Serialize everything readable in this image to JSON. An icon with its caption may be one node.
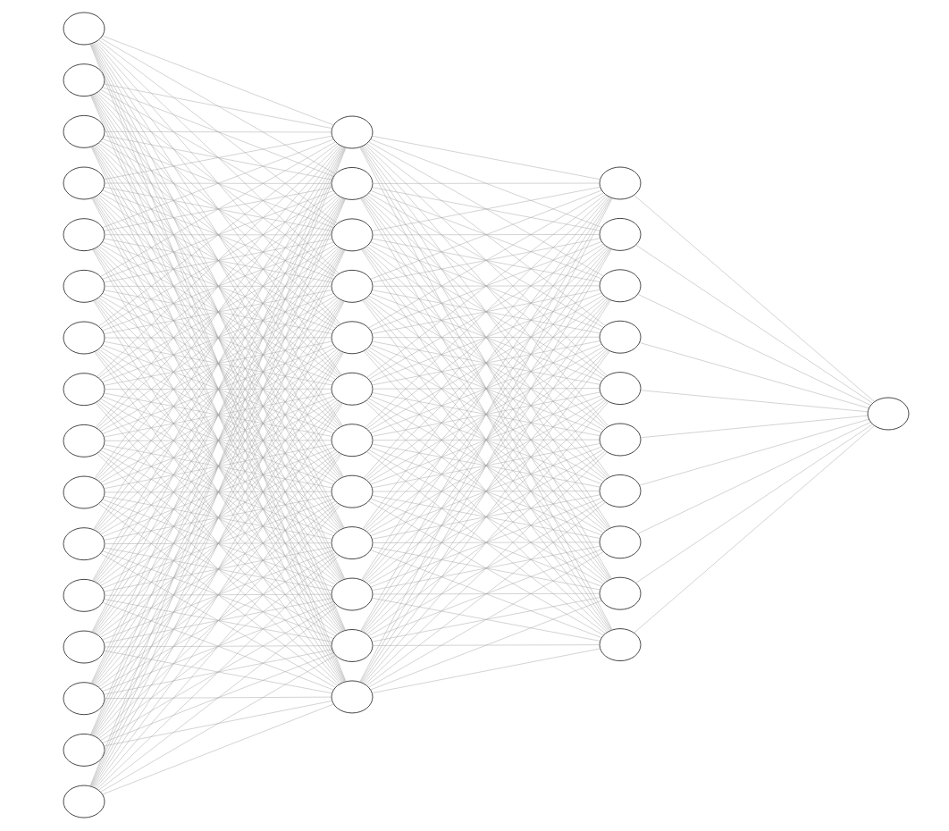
{
  "diagram": {
    "nodes": [
      {
        "text": [],
        "shape": "circle"
      },
      {
        "text": [],
        "shape": "circle"
      },
      {
        "text": [],
        "shape": "circle"
      },
      {
        "text": [],
        "shape": "circle"
      },
      {
        "text": [],
        "shape": "circle"
      },
      {
        "text": [],
        "shape": "circle"
      },
      {
        "text": [],
        "shape": "circle"
      },
      {
        "text": [],
        "shape": "circle"
      },
      {
        "text": [],
        "shape": "circle"
      },
      {
        "text": [],
        "shape": "circle"
      },
      {
        "text": [],
        "shape": "circle"
      },
      {
        "text": [],
        "shape": "circle"
      },
      {
        "text": [],
        "shape": "circle"
      },
      {
        "text": [],
        "shape": "circle"
      },
      {
        "text": [],
        "shape": "circle"
      },
      {
        "text": [],
        "shape": "circle"
      },
      {
        "text": [],
        "shape": "circle"
      },
      {
        "text": [],
        "shape": "circle"
      },
      {
        "text": [],
        "shape": "circle"
      },
      {
        "text": [],
        "shape": "circle"
      },
      {
        "text": [],
        "shape": "circle"
      },
      {
        "text": [],
        "shape": "circle"
      },
      {
        "text": [],
        "shape": "circle"
      },
      {
        "text": [],
        "shape": "circle"
      },
      {
        "text": [],
        "shape": "circle"
      },
      {
        "text": [],
        "shape": "circle"
      },
      {
        "text": [],
        "shape": "circle"
      },
      {
        "text": [],
        "shape": "circle"
      },
      {
        "text": [],
        "shape": "circle"
      },
      {
        "text": [],
        "shape": "circle"
      },
      {
        "text": [],
        "shape": "circle"
      },
      {
        "text": [],
        "shape": "circle"
      },
      {
        "text": [],
        "shape": "circle"
      },
      {
        "text": [],
        "shape": "circle"
      },
      {
        "text": [],
        "shape": "circle"
      },
      {
        "text": [],
        "shape": "circle"
      },
      {
        "text": [],
        "shape": "circle"
      },
      {
        "text": [],
        "shape": "circle"
      },
      {
        "text": [],
        "shape": "circle"
      }
    ],
    "edges": [
      {
        "from": 0,
        "to": 16,
        "arrow": "none"
      },
      {
        "from": 0,
        "to": 17,
        "arrow": "none"
      },
      {
        "from": 0,
        "to": 18,
        "arrow": "none"
      },
      {
        "from": 0,
        "to": 19,
        "arrow": "none"
      },
      {
        "from": 0,
        "to": 20,
        "arrow": "none"
      },
      {
        "from": 0,
        "to": 21,
        "arrow": "none"
      },
      {
        "from": 0,
        "to": 22,
        "arrow": "none"
      },
      {
        "from": 0,
        "to": 23,
        "arrow": "none"
      },
      {
        "from": 0,
        "to": 24,
        "arrow": "none"
      },
      {
        "from": 0,
        "to": 25,
        "arrow": "none"
      },
      {
        "from": 0,
        "to": 26,
        "arrow": "none"
      },
      {
        "from": 0,
        "to": 27,
        "arrow": "none"
      },
      {
        "from": 1,
        "to": 16,
        "arrow": "none"
      },
      {
        "from": 1,
        "to": 17,
        "arrow": "none"
      },
      {
        "from": 1,
        "to": 18,
        "arrow": "none"
      },
      {
        "from": 1,
        "to": 19,
        "arrow": "none"
      },
      {
        "from": 1,
        "to": 20,
        "arrow": "none"
      },
      {
        "from": 1,
        "to": 21,
        "arrow": "none"
      },
      {
        "from": 1,
        "to": 22,
        "arrow": "none"
      },
      {
        "from": 1,
        "to": 23,
        "arrow": "none"
      },
      {
        "from": 1,
        "to": 24,
        "arrow": "none"
      },
      {
        "from": 1,
        "to": 25,
        "arrow": "none"
      },
      {
        "from": 1,
        "to": 26,
        "arrow": "none"
      },
      {
        "from": 1,
        "to": 27,
        "arrow": "none"
      },
      {
        "from": 2,
        "to": 16,
        "arrow": "none"
      },
      {
        "from": 2,
        "to": 17,
        "arrow": "none"
      },
      {
        "from": 2,
        "to": 18,
        "arrow": "none"
      },
      {
        "from": 2,
        "to": 19,
        "arrow": "none"
      },
      {
        "from": 2,
        "to": 20,
        "arrow": "none"
      },
      {
        "from": 2,
        "to": 21,
        "arrow": "none"
      },
      {
        "from": 2,
        "to": 22,
        "arrow": "none"
      },
      {
        "from": 2,
        "to": 23,
        "arrow": "none"
      },
      {
        "from": 2,
        "to": 24,
        "arrow": "none"
      },
      {
        "from": 2,
        "to": 25,
        "arrow": "none"
      },
      {
        "from": 2,
        "to": 26,
        "arrow": "none"
      },
      {
        "from": 2,
        "to": 27,
        "arrow": "none"
      },
      {
        "from": 3,
        "to": 16,
        "arrow": "none"
      },
      {
        "from": 3,
        "to": 17,
        "arrow": "none"
      },
      {
        "from": 3,
        "to": 18,
        "arrow": "none"
      },
      {
        "from": 3,
        "to": 19,
        "arrow": "none"
      },
      {
        "from": 3,
        "to": 20,
        "arrow": "none"
      },
      {
        "from": 3,
        "to": 21,
        "arrow": "none"
      },
      {
        "from": 3,
        "to": 22,
        "arrow": "none"
      },
      {
        "from": 3,
        "to": 23,
        "arrow": "none"
      },
      {
        "from": 3,
        "to": 24,
        "arrow": "none"
      },
      {
        "from": 3,
        "to": 25,
        "arrow": "none"
      },
      {
        "from": 3,
        "to": 26,
        "arrow": "none"
      },
      {
        "from": 3,
        "to": 27,
        "arrow": "none"
      },
      {
        "from": 4,
        "to": 16,
        "arrow": "none"
      },
      {
        "from": 4,
        "to": 17,
        "arrow": "none"
      },
      {
        "from": 4,
        "to": 18,
        "arrow": "none"
      },
      {
        "from": 4,
        "to": 19,
        "arrow": "none"
      },
      {
        "from": 4,
        "to": 20,
        "arrow": "none"
      },
      {
        "from": 4,
        "to": 21,
        "arrow": "none"
      },
      {
        "from": 4,
        "to": 22,
        "arrow": "none"
      },
      {
        "from": 4,
        "to": 23,
        "arrow": "none"
      },
      {
        "from": 4,
        "to": 24,
        "arrow": "none"
      },
      {
        "from": 4,
        "to": 25,
        "arrow": "none"
      },
      {
        "from": 4,
        "to": 26,
        "arrow": "none"
      },
      {
        "from": 4,
        "to": 27,
        "arrow": "none"
      },
      {
        "from": 5,
        "to": 16,
        "arrow": "none"
      },
      {
        "from": 5,
        "to": 17,
        "arrow": "none"
      },
      {
        "from": 5,
        "to": 18,
        "arrow": "none"
      },
      {
        "from": 5,
        "to": 19,
        "arrow": "none"
      },
      {
        "from": 5,
        "to": 20,
        "arrow": "none"
      },
      {
        "from": 5,
        "to": 21,
        "arrow": "none"
      },
      {
        "from": 5,
        "to": 22,
        "arrow": "none"
      },
      {
        "from": 5,
        "to": 23,
        "arrow": "none"
      },
      {
        "from": 5,
        "to": 24,
        "arrow": "none"
      },
      {
        "from": 5,
        "to": 25,
        "arrow": "none"
      },
      {
        "from": 5,
        "to": 26,
        "arrow": "none"
      },
      {
        "from": 5,
        "to": 27,
        "arrow": "none"
      },
      {
        "from": 6,
        "to": 16,
        "arrow": "none"
      },
      {
        "from": 6,
        "to": 17,
        "arrow": "none"
      },
      {
        "from": 6,
        "to": 18,
        "arrow": "none"
      },
      {
        "from": 6,
        "to": 19,
        "arrow": "none"
      },
      {
        "from": 6,
        "to": 20,
        "arrow": "none"
      },
      {
        "from": 6,
        "to": 21,
        "arrow": "none"
      },
      {
        "from": 6,
        "to": 22,
        "arrow": "none"
      },
      {
        "from": 6,
        "to": 23,
        "arrow": "none"
      },
      {
        "from": 6,
        "to": 24,
        "arrow": "none"
      },
      {
        "from": 6,
        "to": 25,
        "arrow": "none"
      },
      {
        "from": 6,
        "to": 26,
        "arrow": "none"
      },
      {
        "from": 6,
        "to": 27,
        "arrow": "none"
      },
      {
        "from": 7,
        "to": 16,
        "arrow": "none"
      },
      {
        "from": 7,
        "to": 17,
        "arrow": "none"
      },
      {
        "from": 7,
        "to": 18,
        "arrow": "none"
      },
      {
        "from": 7,
        "to": 19,
        "arrow": "none"
      },
      {
        "from": 7,
        "to": 20,
        "arrow": "none"
      },
      {
        "from": 7,
        "to": 21,
        "arrow": "none"
      },
      {
        "from": 7,
        "to": 22,
        "arrow": "none"
      },
      {
        "from": 7,
        "to": 23,
        "arrow": "none"
      },
      {
        "from": 7,
        "to": 24,
        "arrow": "none"
      },
      {
        "from": 7,
        "to": 25,
        "arrow": "none"
      },
      {
        "from": 7,
        "to": 26,
        "arrow": "none"
      },
      {
        "from": 7,
        "to": 27,
        "arrow": "none"
      },
      {
        "from": 8,
        "to": 16,
        "arrow": "none"
      },
      {
        "from": 8,
        "to": 17,
        "arrow": "none"
      },
      {
        "from": 8,
        "to": 18,
        "arrow": "none"
      },
      {
        "from": 8,
        "to": 19,
        "arrow": "none"
      },
      {
        "from": 8,
        "to": 20,
        "arrow": "none"
      },
      {
        "from": 8,
        "to": 21,
        "arrow": "none"
      },
      {
        "from": 8,
        "to": 22,
        "arrow": "none"
      },
      {
        "from": 8,
        "to": 23,
        "arrow": "none"
      },
      {
        "from": 8,
        "to": 24,
        "arrow": "none"
      },
      {
        "from": 8,
        "to": 25,
        "arrow": "none"
      },
      {
        "from": 8,
        "to": 26,
        "arrow": "none"
      },
      {
        "from": 8,
        "to": 27,
        "arrow": "none"
      },
      {
        "from": 9,
        "to": 16,
        "arrow": "none"
      },
      {
        "from": 9,
        "to": 17,
        "arrow": "none"
      },
      {
        "from": 9,
        "to": 18,
        "arrow": "none"
      },
      {
        "from": 9,
        "to": 19,
        "arrow": "none"
      },
      {
        "from": 9,
        "to": 20,
        "arrow": "none"
      },
      {
        "from": 9,
        "to": 21,
        "arrow": "none"
      },
      {
        "from": 9,
        "to": 22,
        "arrow": "none"
      },
      {
        "from": 9,
        "to": 23,
        "arrow": "none"
      },
      {
        "from": 9,
        "to": 24,
        "arrow": "none"
      },
      {
        "from": 9,
        "to": 25,
        "arrow": "none"
      },
      {
        "from": 9,
        "to": 26,
        "arrow": "none"
      },
      {
        "from": 9,
        "to": 27,
        "arrow": "none"
      },
      {
        "from": 10,
        "to": 16,
        "arrow": "none"
      },
      {
        "from": 10,
        "to": 17,
        "arrow": "none"
      },
      {
        "from": 10,
        "to": 18,
        "arrow": "none"
      },
      {
        "from": 10,
        "to": 19,
        "arrow": "none"
      },
      {
        "from": 10,
        "to": 20,
        "arrow": "none"
      },
      {
        "from": 10,
        "to": 21,
        "arrow": "none"
      },
      {
        "from": 10,
        "to": 22,
        "arrow": "none"
      },
      {
        "from": 10,
        "to": 23,
        "arrow": "none"
      },
      {
        "from": 10,
        "to": 24,
        "arrow": "none"
      },
      {
        "from": 10,
        "to": 25,
        "arrow": "none"
      },
      {
        "from": 10,
        "to": 26,
        "arrow": "none"
      },
      {
        "from": 10,
        "to": 27,
        "arrow": "none"
      },
      {
        "from": 11,
        "to": 16,
        "arrow": "none"
      },
      {
        "from": 11,
        "to": 17,
        "arrow": "none"
      },
      {
        "from": 11,
        "to": 18,
        "arrow": "none"
      },
      {
        "from": 11,
        "to": 19,
        "arrow": "none"
      },
      {
        "from": 11,
        "to": 20,
        "arrow": "none"
      },
      {
        "from": 11,
        "to": 21,
        "arrow": "none"
      },
      {
        "from": 11,
        "to": 22,
        "arrow": "none"
      },
      {
        "from": 11,
        "to": 23,
        "arrow": "none"
      },
      {
        "from": 11,
        "to": 24,
        "arrow": "none"
      },
      {
        "from": 11,
        "to": 25,
        "arrow": "none"
      },
      {
        "from": 11,
        "to": 26,
        "arrow": "none"
      },
      {
        "from": 11,
        "to": 27,
        "arrow": "none"
      },
      {
        "from": 12,
        "to": 16,
        "arrow": "none"
      },
      {
        "from": 12,
        "to": 17,
        "arrow": "none"
      },
      {
        "from": 12,
        "to": 18,
        "arrow": "none"
      },
      {
        "from": 12,
        "to": 19,
        "arrow": "none"
      },
      {
        "from": 12,
        "to": 20,
        "arrow": "none"
      },
      {
        "from": 12,
        "to": 21,
        "arrow": "none"
      },
      {
        "from": 12,
        "to": 22,
        "arrow": "none"
      },
      {
        "from": 12,
        "to": 23,
        "arrow": "none"
      },
      {
        "from": 12,
        "to": 24,
        "arrow": "none"
      },
      {
        "from": 12,
        "to": 25,
        "arrow": "none"
      },
      {
        "from": 12,
        "to": 26,
        "arrow": "none"
      },
      {
        "from": 12,
        "to": 27,
        "arrow": "none"
      },
      {
        "from": 13,
        "to": 16,
        "arrow": "none"
      },
      {
        "from": 13,
        "to": 17,
        "arrow": "none"
      },
      {
        "from": 13,
        "to": 18,
        "arrow": "none"
      },
      {
        "from": 13,
        "to": 19,
        "arrow": "none"
      },
      {
        "from": 13,
        "to": 20,
        "arrow": "none"
      },
      {
        "from": 13,
        "to": 21,
        "arrow": "none"
      },
      {
        "from": 13,
        "to": 22,
        "arrow": "none"
      },
      {
        "from": 13,
        "to": 23,
        "arrow": "none"
      },
      {
        "from": 13,
        "to": 24,
        "arrow": "none"
      },
      {
        "from": 13,
        "to": 25,
        "arrow": "none"
      },
      {
        "from": 13,
        "to": 26,
        "arrow": "none"
      },
      {
        "from": 13,
        "to": 27,
        "arrow": "none"
      },
      {
        "from": 14,
        "to": 16,
        "arrow": "none"
      },
      {
        "from": 14,
        "to": 17,
        "arrow": "none"
      },
      {
        "from": 14,
        "to": 18,
        "arrow": "none"
      },
      {
        "from": 14,
        "to": 19,
        "arrow": "none"
      },
      {
        "from": 14,
        "to": 20,
        "arrow": "none"
      },
      {
        "from": 14,
        "to": 21,
        "arrow": "none"
      },
      {
        "from": 14,
        "to": 22,
        "arrow": "none"
      },
      {
        "from": 14,
        "to": 23,
        "arrow": "none"
      },
      {
        "from": 14,
        "to": 24,
        "arrow": "none"
      },
      {
        "from": 14,
        "to": 25,
        "arrow": "none"
      },
      {
        "from": 14,
        "to": 26,
        "arrow": "none"
      },
      {
        "from": 14,
        "to": 27,
        "arrow": "none"
      },
      {
        "from": 15,
        "to": 16,
        "arrow": "none"
      },
      {
        "from": 15,
        "to": 17,
        "arrow": "none"
      },
      {
        "from": 15,
        "to": 18,
        "arrow": "none"
      },
      {
        "from": 15,
        "to": 19,
        "arrow": "none"
      },
      {
        "from": 15,
        "to": 20,
        "arrow": "none"
      },
      {
        "from": 15,
        "to": 21,
        "arrow": "none"
      },
      {
        "from": 15,
        "to": 22,
        "arrow": "none"
      },
      {
        "from": 15,
        "to": 23,
        "arrow": "none"
      },
      {
        "from": 15,
        "to": 24,
        "arrow": "none"
      },
      {
        "from": 15,
        "to": 25,
        "arrow": "none"
      },
      {
        "from": 15,
        "to": 26,
        "arrow": "none"
      },
      {
        "from": 15,
        "to": 27,
        "arrow": "none"
      },
      {
        "from": 16,
        "to": 28,
        "arrow": "none"
      },
      {
        "from": 16,
        "to": 29,
        "arrow": "none"
      },
      {
        "from": 16,
        "to": 30,
        "arrow": "none"
      },
      {
        "from": 16,
        "to": 31,
        "arrow": "none"
      },
      {
        "from": 16,
        "to": 32,
        "arrow": "none"
      },
      {
        "from": 16,
        "to": 33,
        "arrow": "none"
      },
      {
        "from": 16,
        "to": 34,
        "arrow": "none"
      },
      {
        "from": 16,
        "to": 35,
        "arrow": "none"
      },
      {
        "from": 16,
        "to": 36,
        "arrow": "none"
      },
      {
        "from": 16,
        "to": 37,
        "arrow": "none"
      },
      {
        "from": 17,
        "to": 28,
        "arrow": "none"
      },
      {
        "from": 17,
        "to": 29,
        "arrow": "none"
      },
      {
        "from": 17,
        "to": 30,
        "arrow": "none"
      },
      {
        "from": 17,
        "to": 31,
        "arrow": "none"
      },
      {
        "from": 17,
        "to": 32,
        "arrow": "none"
      },
      {
        "from": 17,
        "to": 33,
        "arrow": "none"
      },
      {
        "from": 17,
        "to": 34,
        "arrow": "none"
      },
      {
        "from": 17,
        "to": 35,
        "arrow": "none"
      },
      {
        "from": 17,
        "to": 36,
        "arrow": "none"
      },
      {
        "from": 17,
        "to": 37,
        "arrow": "none"
      },
      {
        "from": 18,
        "to": 28,
        "arrow": "none"
      },
      {
        "from": 18,
        "to": 29,
        "arrow": "none"
      },
      {
        "from": 18,
        "to": 30,
        "arrow": "none"
      },
      {
        "from": 18,
        "to": 31,
        "arrow": "none"
      },
      {
        "from": 18,
        "to": 32,
        "arrow": "none"
      },
      {
        "from": 18,
        "to": 33,
        "arrow": "none"
      },
      {
        "from": 18,
        "to": 34,
        "arrow": "none"
      },
      {
        "from": 18,
        "to": 35,
        "arrow": "none"
      },
      {
        "from": 18,
        "to": 36,
        "arrow": "none"
      },
      {
        "from": 18,
        "to": 37,
        "arrow": "none"
      },
      {
        "from": 19,
        "to": 28,
        "arrow": "none"
      },
      {
        "from": 19,
        "to": 29,
        "arrow": "none"
      },
      {
        "from": 19,
        "to": 30,
        "arrow": "none"
      },
      {
        "from": 19,
        "to": 31,
        "arrow": "none"
      },
      {
        "from": 19,
        "to": 32,
        "arrow": "none"
      },
      {
        "from": 19,
        "to": 33,
        "arrow": "none"
      },
      {
        "from": 19,
        "to": 34,
        "arrow": "none"
      },
      {
        "from": 19,
        "to": 35,
        "arrow": "none"
      },
      {
        "from": 19,
        "to": 36,
        "arrow": "none"
      },
      {
        "from": 19,
        "to": 37,
        "arrow": "none"
      },
      {
        "from": 20,
        "to": 28,
        "arrow": "none"
      },
      {
        "from": 20,
        "to": 29,
        "arrow": "none"
      },
      {
        "from": 20,
        "to": 30,
        "arrow": "none"
      },
      {
        "from": 20,
        "to": 31,
        "arrow": "none"
      },
      {
        "from": 20,
        "to": 32,
        "arrow": "none"
      },
      {
        "from": 20,
        "to": 33,
        "arrow": "none"
      },
      {
        "from": 20,
        "to": 34,
        "arrow": "none"
      },
      {
        "from": 20,
        "to": 35,
        "arrow": "none"
      },
      {
        "from": 20,
        "to": 36,
        "arrow": "none"
      },
      {
        "from": 20,
        "to": 37,
        "arrow": "none"
      },
      {
        "from": 21,
        "to": 28,
        "arrow": "none"
      },
      {
        "from": 21,
        "to": 29,
        "arrow": "none"
      },
      {
        "from": 21,
        "to": 30,
        "arrow": "none"
      },
      {
        "from": 21,
        "to": 31,
        "arrow": "none"
      },
      {
        "from": 21,
        "to": 32,
        "arrow": "none"
      },
      {
        "from": 21,
        "to": 33,
        "arrow": "none"
      },
      {
        "from": 21,
        "to": 34,
        "arrow": "none"
      },
      {
        "from": 21,
        "to": 35,
        "arrow": "none"
      },
      {
        "from": 21,
        "to": 36,
        "arrow": "none"
      },
      {
        "from": 21,
        "to": 37,
        "arrow": "none"
      },
      {
        "from": 22,
        "to": 28,
        "arrow": "none"
      },
      {
        "from": 22,
        "to": 29,
        "arrow": "none"
      },
      {
        "from": 22,
        "to": 30,
        "arrow": "none"
      },
      {
        "from": 22,
        "to": 31,
        "arrow": "none"
      },
      {
        "from": 22,
        "to": 32,
        "arrow": "none"
      },
      {
        "from": 22,
        "to": 33,
        "arrow": "none"
      },
      {
        "from": 22,
        "to": 34,
        "arrow": "none"
      },
      {
        "from": 22,
        "to": 35,
        "arrow": "none"
      },
      {
        "from": 22,
        "to": 36,
        "arrow": "none"
      },
      {
        "from": 22,
        "to": 37,
        "arrow": "none"
      },
      {
        "from": 23,
        "to": 28,
        "arrow": "none"
      },
      {
        "from": 23,
        "to": 29,
        "arrow": "none"
      },
      {
        "from": 23,
        "to": 30,
        "arrow": "none"
      },
      {
        "from": 23,
        "to": 31,
        "arrow": "none"
      },
      {
        "from": 23,
        "to": 32,
        "arrow": "none"
      },
      {
        "from": 23,
        "to": 33,
        "arrow": "none"
      },
      {
        "from": 23,
        "to": 34,
        "arrow": "none"
      },
      {
        "from": 23,
        "to": 35,
        "arrow": "none"
      },
      {
        "from": 23,
        "to": 36,
        "arrow": "none"
      },
      {
        "from": 23,
        "to": 37,
        "arrow": "none"
      },
      {
        "from": 24,
        "to": 28,
        "arrow": "none"
      },
      {
        "from": 24,
        "to": 29,
        "arrow": "none"
      },
      {
        "from": 24,
        "to": 30,
        "arrow": "none"
      },
      {
        "from": 24,
        "to": 31,
        "arrow": "none"
      },
      {
        "from": 24,
        "to": 32,
        "arrow": "none"
      },
      {
        "from": 24,
        "to": 33,
        "arrow": "none"
      },
      {
        "from": 24,
        "to": 34,
        "arrow": "none"
      },
      {
        "from": 24,
        "to": 35,
        "arrow": "none"
      },
      {
        "from": 24,
        "to": 36,
        "arrow": "none"
      },
      {
        "from": 24,
        "to": 37,
        "arrow": "none"
      },
      {
        "from": 25,
        "to": 28,
        "arrow": "none"
      },
      {
        "from": 25,
        "to": 29,
        "arrow": "none"
      },
      {
        "from": 25,
        "to": 30,
        "arrow": "none"
      },
      {
        "from": 25,
        "to": 31,
        "arrow": "none"
      },
      {
        "from": 25,
        "to": 32,
        "arrow": "none"
      },
      {
        "from": 25,
        "to": 33,
        "arrow": "none"
      },
      {
        "from": 25,
        "to": 34,
        "arrow": "none"
      },
      {
        "from": 25,
        "to": 35,
        "arrow": "none"
      },
      {
        "from": 25,
        "to": 36,
        "arrow": "none"
      },
      {
        "from": 25,
        "to": 37,
        "arrow": "none"
      },
      {
        "from": 26,
        "to": 28,
        "arrow": "none"
      },
      {
        "from": 26,
        "to": 29,
        "arrow": "none"
      },
      {
        "from": 26,
        "to": 30,
        "arrow": "none"
      },
      {
        "from": 26,
        "to": 31,
        "arrow": "none"
      },
      {
        "from": 26,
        "to": 32,
        "arrow": "none"
      },
      {
        "from": 26,
        "to": 33,
        "arrow": "none"
      },
      {
        "from": 26,
        "to": 34,
        "arrow": "none"
      },
      {
        "from": 26,
        "to": 35,
        "arrow": "none"
      },
      {
        "from": 26,
        "to": 36,
        "arrow": "none"
      },
      {
        "from": 26,
        "to": 37,
        "arrow": "none"
      },
      {
        "from": 27,
        "to": 28,
        "arrow": "none"
      },
      {
        "from": 27,
        "to": 29,
        "arrow": "none"
      },
      {
        "from": 27,
        "to": 30,
        "arrow": "none"
      },
      {
        "from": 27,
        "to": 31,
        "arrow": "none"
      },
      {
        "from": 27,
        "to": 32,
        "arrow": "none"
      },
      {
        "from": 27,
        "to": 33,
        "arrow": "none"
      },
      {
        "from": 27,
        "to": 34,
        "arrow": "none"
      },
      {
        "from": 27,
        "to": 35,
        "arrow": "none"
      },
      {
        "from": 27,
        "to": 36,
        "arrow": "none"
      },
      {
        "from": 27,
        "to": 37,
        "arrow": "none"
      },
      {
        "from": 28,
        "to": 38,
        "arrow": "none"
      },
      {
        "from": 29,
        "to": 38,
        "arrow": "none"
      },
      {
        "from": 30,
        "to": 38,
        "arrow": "none"
      },
      {
        "from": 31,
        "to": 38,
        "arrow": "none"
      },
      {
        "from": 32,
        "to": 38,
        "arrow": "none"
      },
      {
        "from": 33,
        "to": 38,
        "arrow": "none"
      },
      {
        "from": 34,
        "to": 38,
        "arrow": "none"
      },
      {
        "from": 35,
        "to": 38,
        "arrow": "none"
      },
      {
        "from": 36,
        "to": 38,
        "arrow": "none"
      },
      {
        "from": 37,
        "to": 38,
        "arrow": "none"
      }
    ]
  }
}
